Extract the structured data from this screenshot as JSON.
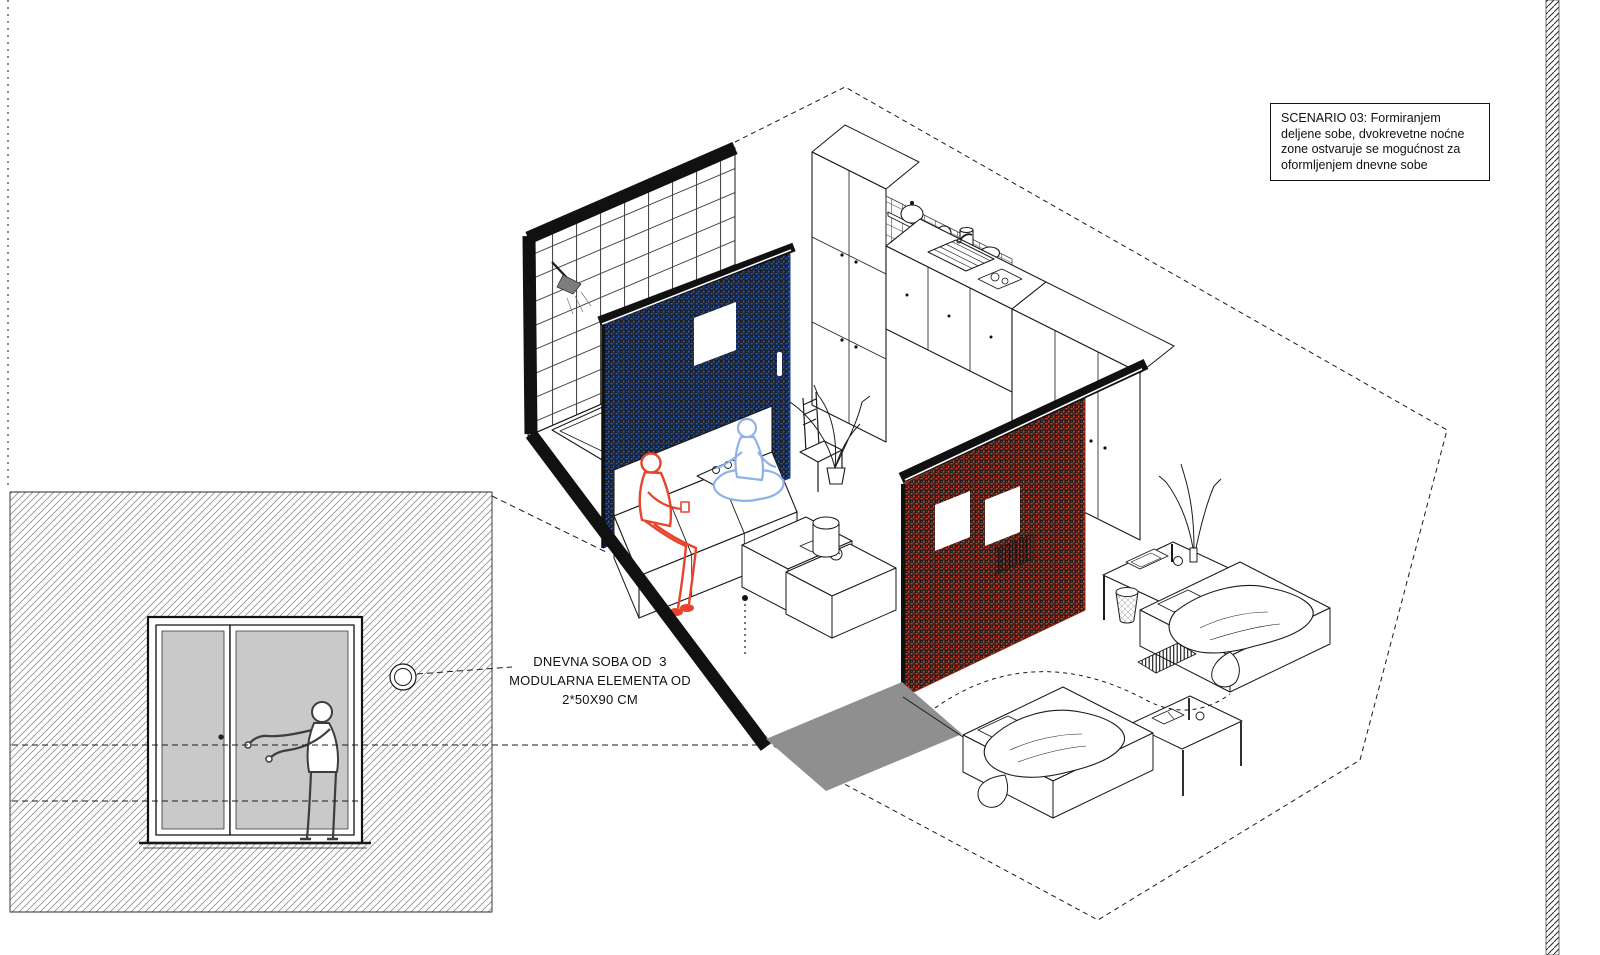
{
  "annotations": {
    "scenario_note": {
      "lines": [
        "SCENARIO 03: Formiranjem",
        "deljene sobe, dvokrevetne noćne",
        "zone ostvaruje se mogućnost za",
        "oformljenjem dnevne sobe"
      ]
    },
    "module_label": {
      "lines": [
        "DNEVNA SOBA OD  3",
        "MODULARNA ELEMENTA OD",
        "2*50X90 CM"
      ]
    }
  },
  "colors": {
    "panel_blue": "#2e63c7",
    "panel_red": "#e8432b",
    "figure_red": "#e8432b",
    "figure_blue": "#8fb3e8",
    "glass_gray": "#c9c9c9",
    "mat_gray": "#8f8f8f",
    "ink": "#1a1a1a"
  }
}
